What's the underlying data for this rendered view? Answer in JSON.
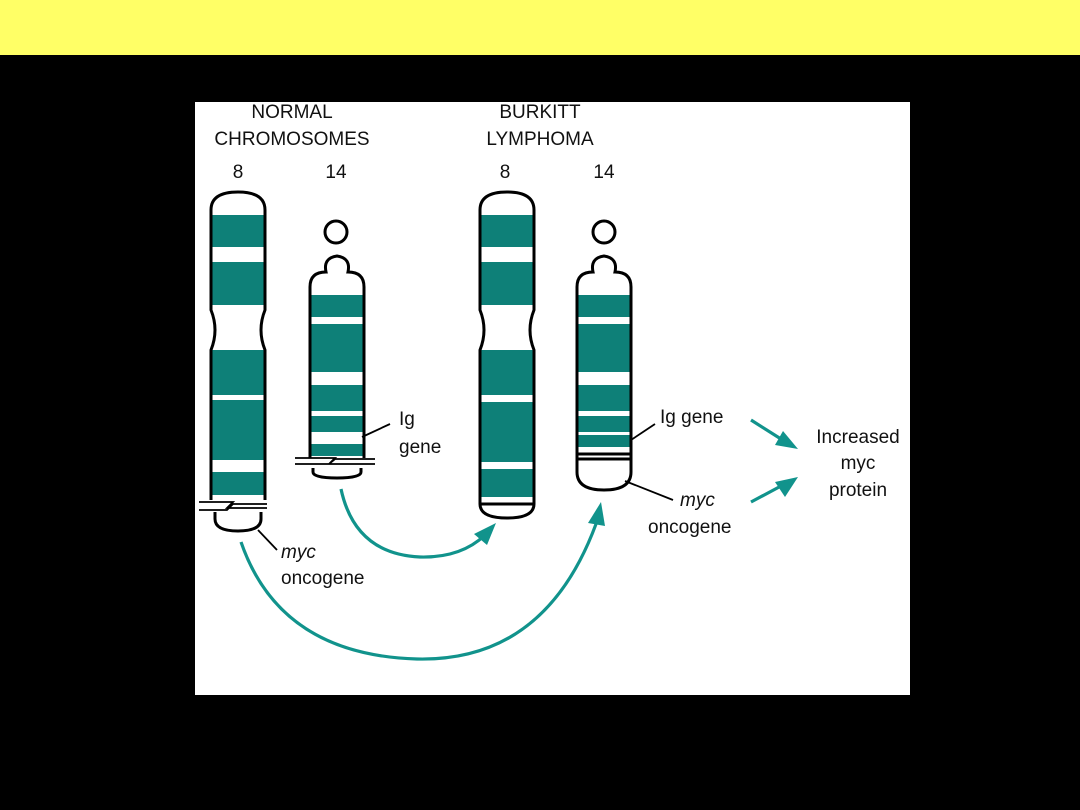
{
  "slide": {
    "title_bar_color": "#ffff66",
    "background_color": "#000000"
  },
  "figure": {
    "band_color": "#0e8078",
    "arrow_color": "#11938c",
    "normal": {
      "heading_line1": "NORMAL",
      "heading_line2": "CHROMOSOMES",
      "label_8": "8",
      "label_14": "14"
    },
    "burkitt": {
      "heading_line1": "BURKITT",
      "heading_line2": "LYMPHOMA",
      "label_8": "8",
      "label_14": "14"
    },
    "labels": {
      "ig_line1": "Ig",
      "ig_line2": "gene",
      "myc_line1": "myc",
      "myc_line2": "oncogene",
      "ig_gene": "Ig gene",
      "myc2_line1": "myc",
      "myc2_line2": "oncogene",
      "result_line1": "Increased",
      "result_line2": "myc",
      "result_line3": "protein"
    }
  }
}
